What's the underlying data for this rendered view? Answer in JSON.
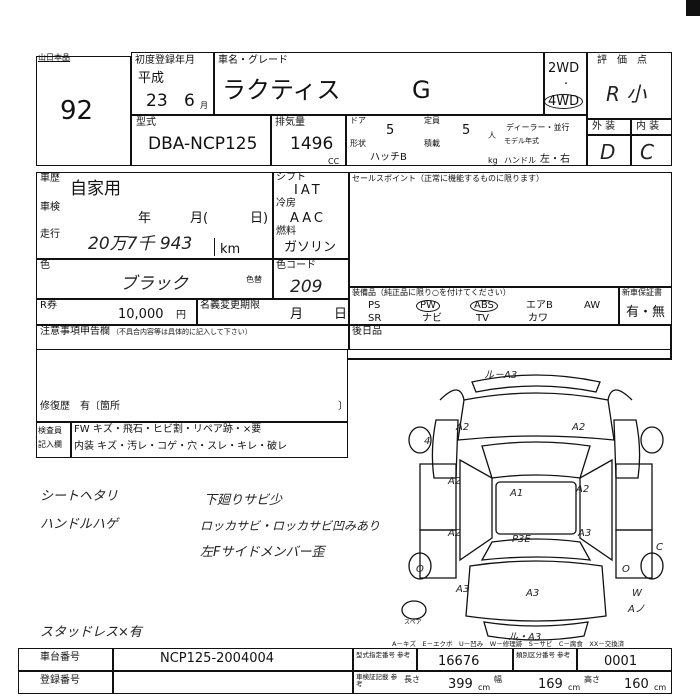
{
  "header": {
    "auction_label": "山日本品",
    "lot_number": "92",
    "first_reg_label": "初度登録年月",
    "era": "平成",
    "reg_year": "23",
    "reg_month": "6",
    "month_unit": "月",
    "car_name_label": "車名・グレード",
    "car_name": "ラクティス",
    "grade": "G",
    "drive_2wd": "2WD",
    "drive_4wd": "4WD",
    "rating_label": "評　価　点",
    "rating_value": "R 小",
    "exterior_label": "外 装",
    "interior_label": "内 装",
    "exterior_grade": "D",
    "interior_grade": "C"
  },
  "model": {
    "model_label": "型式",
    "model_code": "DBA-NCP125",
    "displacement_label": "排気量",
    "displacement": "1496",
    "displacement_unit": "CC",
    "door_label": "ドア",
    "doors": "5",
    "capacity_label": "定員",
    "capacity": "5",
    "capacity_unit": "人",
    "dealer_label": "ディーラー・並行",
    "shape_label": "形状",
    "shape": "ハッチB",
    "load_label": "積載",
    "model_year_label": "モデル年式",
    "load_unit": "kg",
    "handle_label": "ハンドル",
    "handle": "左・右"
  },
  "specs": {
    "history_label": "車歴",
    "history": "自家用",
    "inspection_label": "車検",
    "inspection_year": "年",
    "inspection_month": "月(",
    "inspection_day": "日)",
    "mileage_label": "走行",
    "mileage": "20万7千 943",
    "mileage_unit": "km",
    "shift_label": "シフト",
    "shift": "IAT",
    "ac_label": "冷房",
    "ac": "AAC",
    "fuel_label": "燃料",
    "fuel": "ガソリン",
    "color_label": "色",
    "color": "ブラック",
    "color_swap_label": "色替",
    "color_code_label": "色コード",
    "color_code": "209",
    "recycle_label": "R券",
    "recycle_fee": "10,000",
    "yen": "円",
    "expiry_label": "名義変更期限",
    "expiry_month": "月",
    "expiry_day": "日",
    "sales_point_label": "セールスポイント（正常に機能するものに限ります）",
    "equipment_label": "装備品（純正品に限り○を付けてください）",
    "equipment_row1": [
      "PS",
      "PW",
      "ABS",
      "エアB",
      "AW"
    ],
    "equipment_row2": [
      "SR",
      "ナビ",
      "TV",
      "カワ"
    ],
    "warranty_label": "新車保証書",
    "warranty": "有・無",
    "notes_label": "注意事項申告欄",
    "notes_sub": "（不具合内容等は具体的に記入して下さい）",
    "repair_label": "修復歴　有〔箇所",
    "repair_close": "〕",
    "after_label": "後日品",
    "inspector_label": "検査員",
    "entry_label": "記入欄",
    "fw_line": "FW キズ・飛石・ヒビ割・リペア跡・×要",
    "interior_line": "内装 キズ・汚レ・コゲ・穴・スレ・キレ・破レ"
  },
  "notes": {
    "left1": "シートヘタリ",
    "left2": "ハンドルハゲ",
    "right1": "下廻りサビ少",
    "right2": "ロッカサビ・ロッカサビ凹みあり",
    "right3": "左Fサイドメンバー歪",
    "bottom": "スタッドレス×有"
  },
  "diagram": {
    "legend": "A－キズ　E－エクボ　U－凹み　W－修理跡　S－サビ　C－腐食　XX－交換済",
    "marks": [
      "ル－A3",
      "A2",
      "A2",
      "4",
      "A2",
      "A1",
      "A2",
      "A2",
      "A3",
      "P3E",
      "C",
      "O",
      "O",
      "A3",
      "A3",
      "W",
      "Aノ",
      "ル・A3"
    ],
    "spare_label": "スペア"
  },
  "footer": {
    "chassis_label": "車台番号",
    "chassis_number": "NCP125-2004004",
    "reg_number_label": "登録番号",
    "type_designation_label": "型式指定番号 参考",
    "type_designation": "16676",
    "category_label": "類別区分番号 参考",
    "category": "0001",
    "cert_label": "車検証記載 参考",
    "length_label": "長さ",
    "length": "399",
    "width_label": "幅",
    "width": "169",
    "height_label": "高さ",
    "height": "160",
    "cm": "cm"
  }
}
